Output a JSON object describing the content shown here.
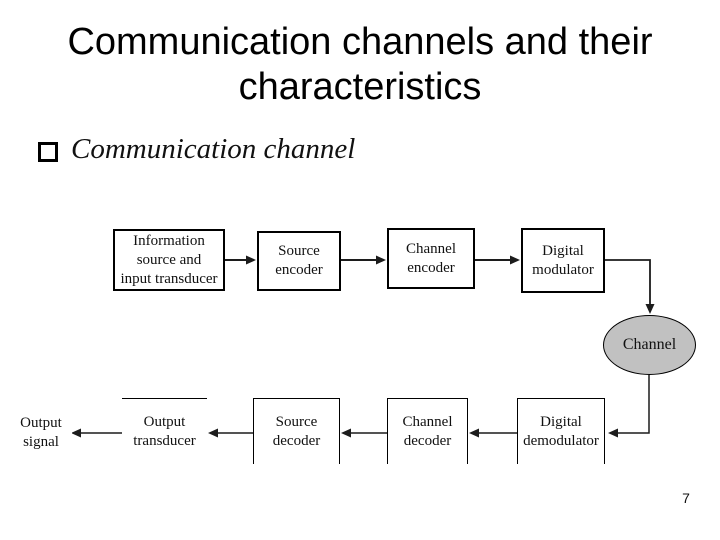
{
  "title": {
    "line1": "Communication channels and their",
    "line2": "characteristics"
  },
  "bullet": {
    "label": "Communication channel"
  },
  "diagram": {
    "nodes": {
      "info_source": {
        "line1": "Information",
        "line2": "source and",
        "line3": "input transducer"
      },
      "source_encoder": {
        "line1": "Source",
        "line2": "encoder"
      },
      "channel_encoder": {
        "line1": "Channel",
        "line2": "encoder"
      },
      "digital_modulator": {
        "line1": "Digital",
        "line2": "modulator"
      },
      "channel": {
        "label": "Channel"
      },
      "digital_demodulator": {
        "line1": "Digital",
        "line2": "demodulator"
      },
      "channel_decoder": {
        "line1": "Channel",
        "line2": "decoder"
      },
      "source_decoder": {
        "line1": "Source",
        "line2": "decoder"
      },
      "output_transducer": {
        "line1": "Output",
        "line2": "transducer"
      },
      "output_signal": {
        "line1": "Output",
        "line2": "signal"
      }
    },
    "colors": {
      "channel_fill": "#c1c1c1",
      "line": "#1c1c1c"
    }
  },
  "page_number": "7"
}
